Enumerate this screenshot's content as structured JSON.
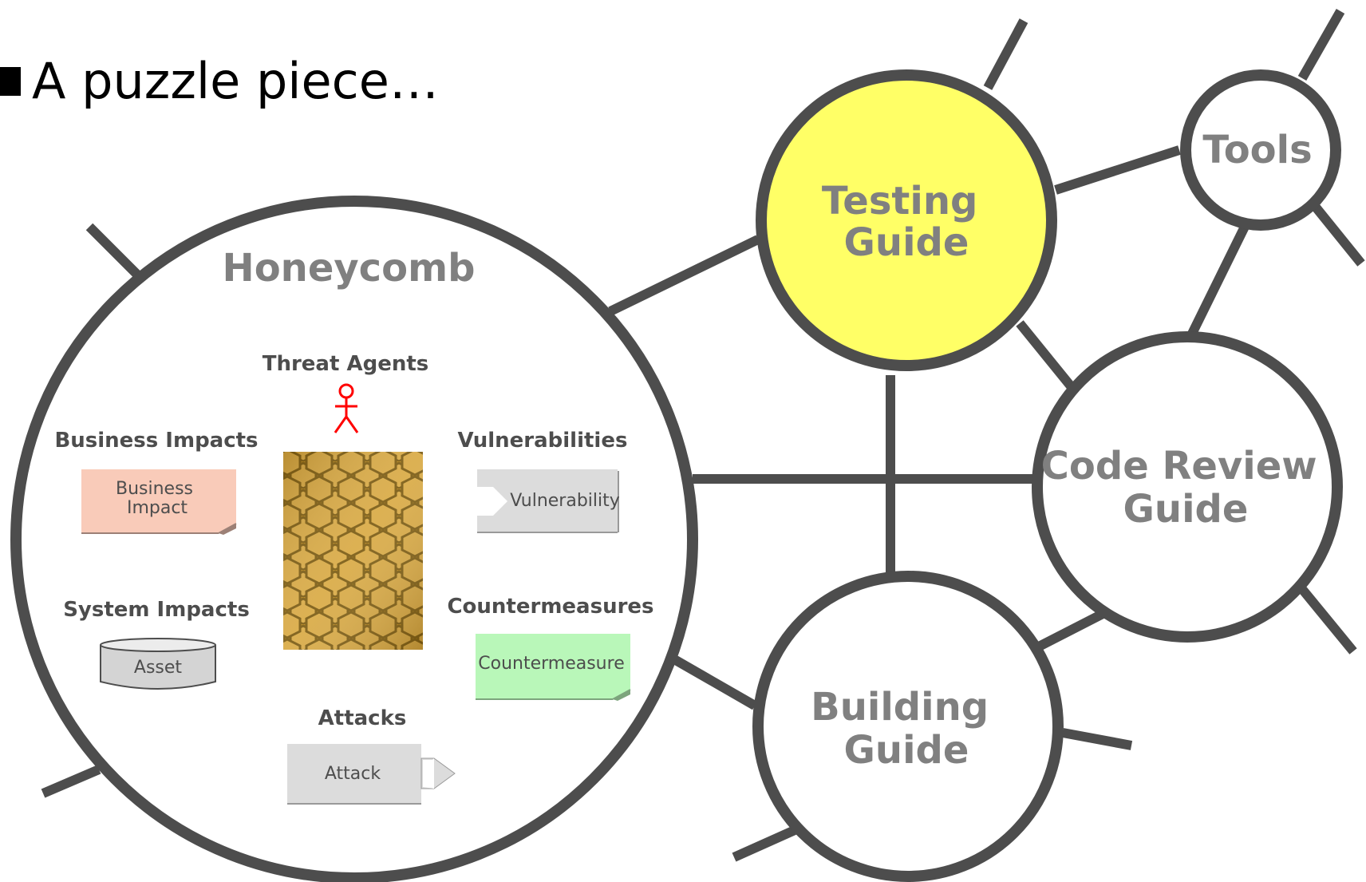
{
  "slide": {
    "title": "A puzzle piece…"
  },
  "nodes": {
    "honeycomb": "Honeycomb",
    "testing_guide": [
      "Testing",
      "Guide"
    ],
    "tools": "Tools",
    "code_review_guide": [
      "Code Review",
      "Guide"
    ],
    "building_guide": [
      "Building",
      "Guide"
    ]
  },
  "honeycomb_contents": {
    "threat_agents": {
      "heading": "Threat Agents"
    },
    "business_impacts": {
      "heading": "Business Impacts",
      "box": [
        "Business",
        "Impact"
      ]
    },
    "vulnerabilities": {
      "heading": "Vulnerabilities",
      "box": "Vulnerability"
    },
    "system_impacts": {
      "heading": "System Impacts",
      "box": "Asset"
    },
    "countermeasures": {
      "heading": "Countermeasures",
      "box": "Countermeasure"
    },
    "attacks": {
      "heading": "Attacks",
      "box": "Attack"
    }
  },
  "colors": {
    "stroke": "#4d4d4d",
    "label_gray": "#808080",
    "testing_fill": "#ffff66",
    "business_fill": "#f9cbb9",
    "gray_box": "#dcdcdc",
    "countermeasure_fill": "#b9f7b9",
    "threat_agent": "#ff0000",
    "honeycomb_brown": "#b8860b"
  }
}
